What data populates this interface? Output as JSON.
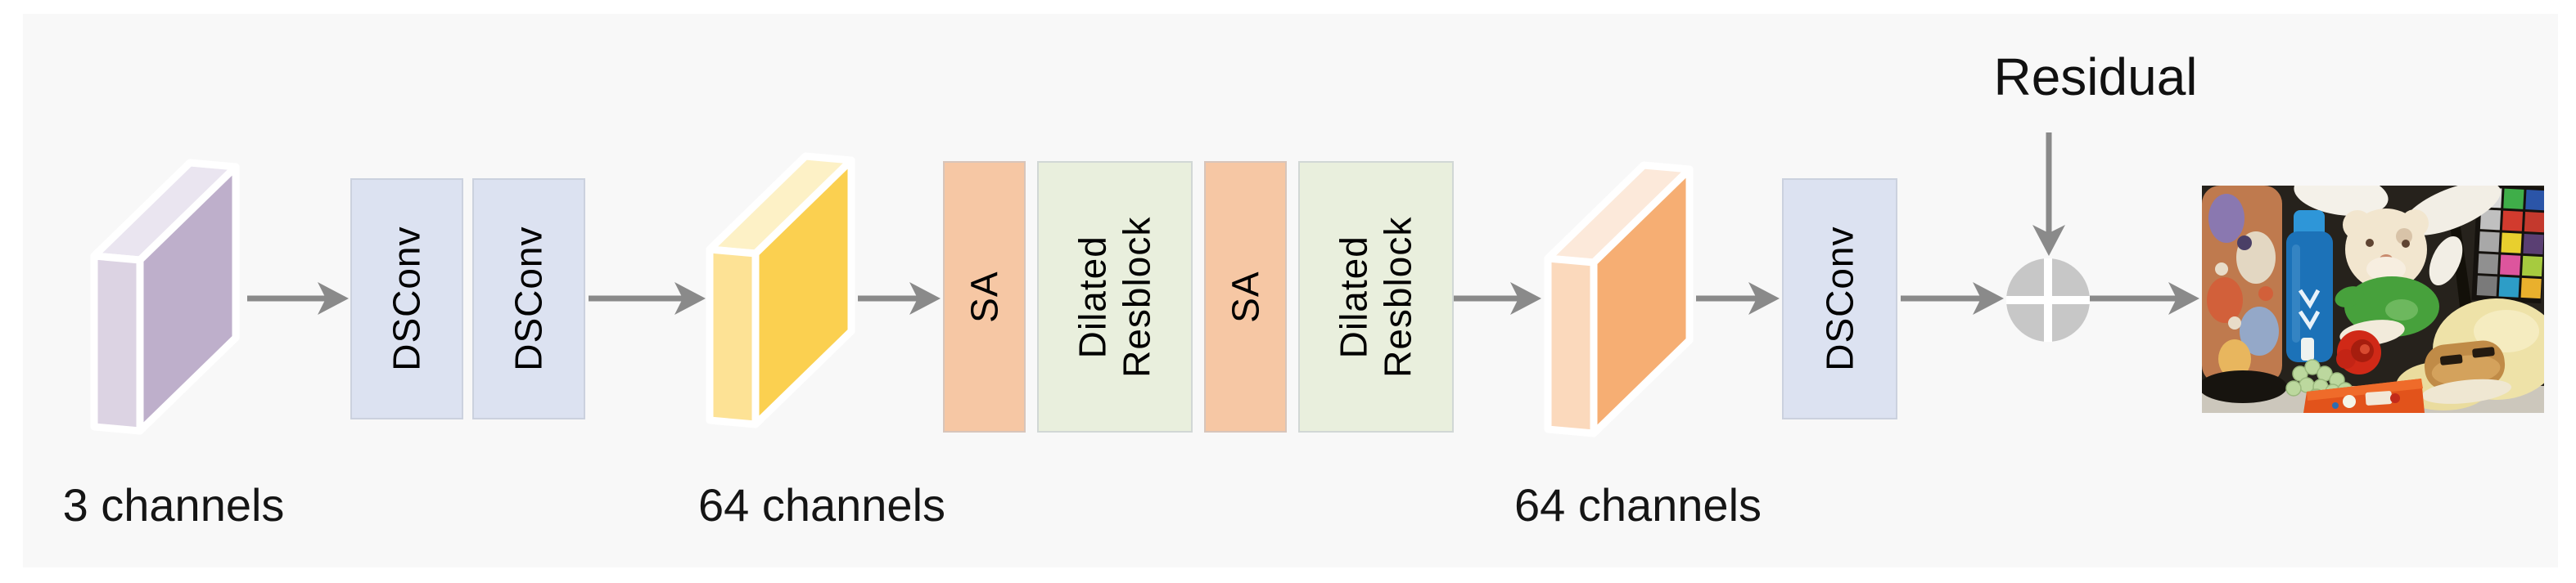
{
  "colors": {
    "page_bg": "#ffffff",
    "panel_bg": "#f8f8f8",
    "arrow": "#8a8a8a",
    "add_circle_fill": "#c7c7c7",
    "add_cross": "#ffffff",
    "block_text": "#000000",
    "dsconv_fill": "#dce2f1",
    "sa_fill": "#f6c7a4",
    "resblock_fill": "#e9efdd"
  },
  "tensors": {
    "input": {
      "label": "3 channels",
      "front": "#beafcb",
      "side": "#dcd3e3",
      "top": "#eae5f0"
    },
    "mid": {
      "label": "64 channels",
      "front": "#fbd050",
      "side": "#fde295",
      "top": "#fdf1c6"
    },
    "late": {
      "label": "64 channels",
      "front": "#f6ae73",
      "side": "#fbd9bc",
      "top": "#fce9da"
    }
  },
  "blocks": {
    "dsconv1": "DSConv",
    "dsconv2": "DSConv",
    "sa1": "SA",
    "resblock1": "Dilated\nResblock",
    "sa2": "SA",
    "resblock2": "Dilated\nResblock",
    "dsconv3": "DSConv"
  },
  "residual": {
    "label": "Residual"
  },
  "operator": {
    "icon": "plus-circle-icon"
  },
  "output_image": {
    "icon": "restored-photo-thumbnail"
  }
}
